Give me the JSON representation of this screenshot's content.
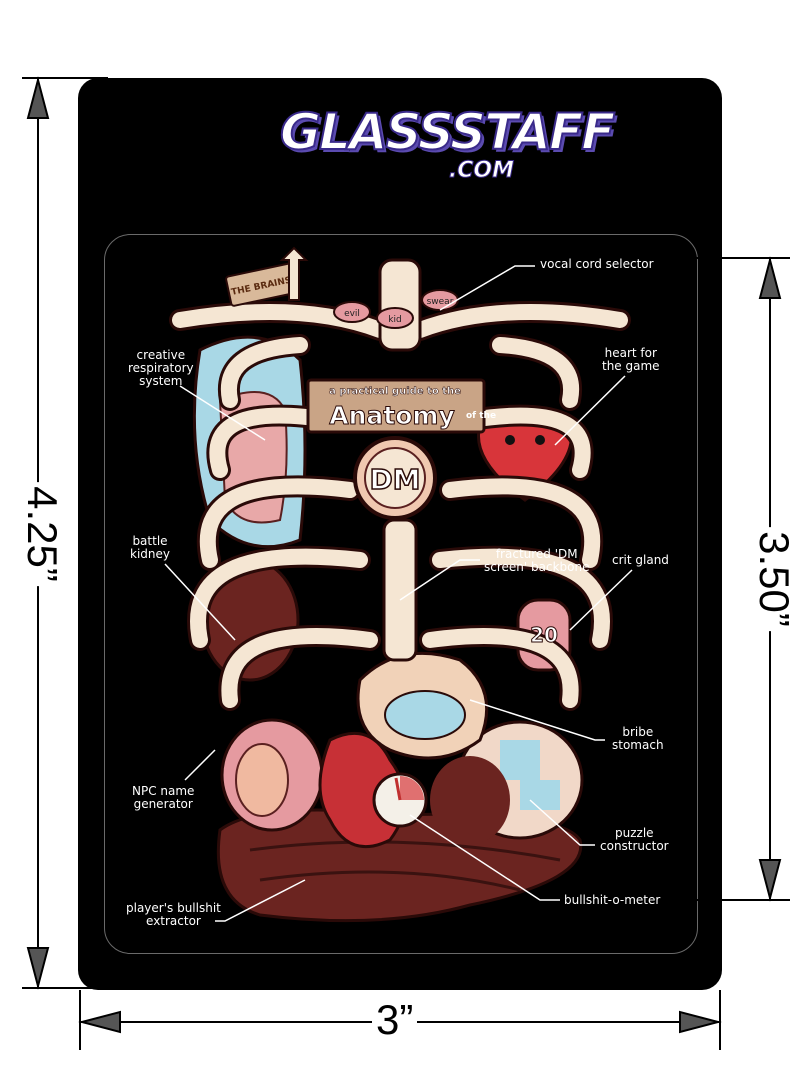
{
  "logo": {
    "main": "GLASSSTAFF",
    "sub": ".COM"
  },
  "dimensions": {
    "height": "4.25”",
    "inner_height": "3.50”",
    "width": "3”"
  },
  "artwork": {
    "sign": "THE BRAINS",
    "vocal_tags": [
      "evil",
      "kid",
      "swear"
    ],
    "title_small": "a practical guide to the",
    "title_big": "Anatomy",
    "title_of_the": "of the",
    "badge": "DM",
    "die_value": "20"
  },
  "labels": {
    "vocal_cord": "vocal cord selector",
    "respiratory": "creative\nrespiratory\nsystem",
    "heart": "heart for\nthe game",
    "kidney": "battle\nkidney",
    "backbone": "fractured 'DM\nscreen' backbone",
    "crit": "crit gland",
    "stomach": "bribe\nstomach",
    "npc": "NPC name\ngenerator",
    "puzzle": "puzzle\nconstructor",
    "meter": "bullshit-o-meter",
    "extractor": "player's bullshit\nextractor"
  },
  "colors": {
    "card": "#000000",
    "bone": "#f5e6d3",
    "lung": "#a9d8e6",
    "heart": "#d8353a",
    "liver": "#6b2420",
    "logo_outline": "#3a2a8a"
  }
}
